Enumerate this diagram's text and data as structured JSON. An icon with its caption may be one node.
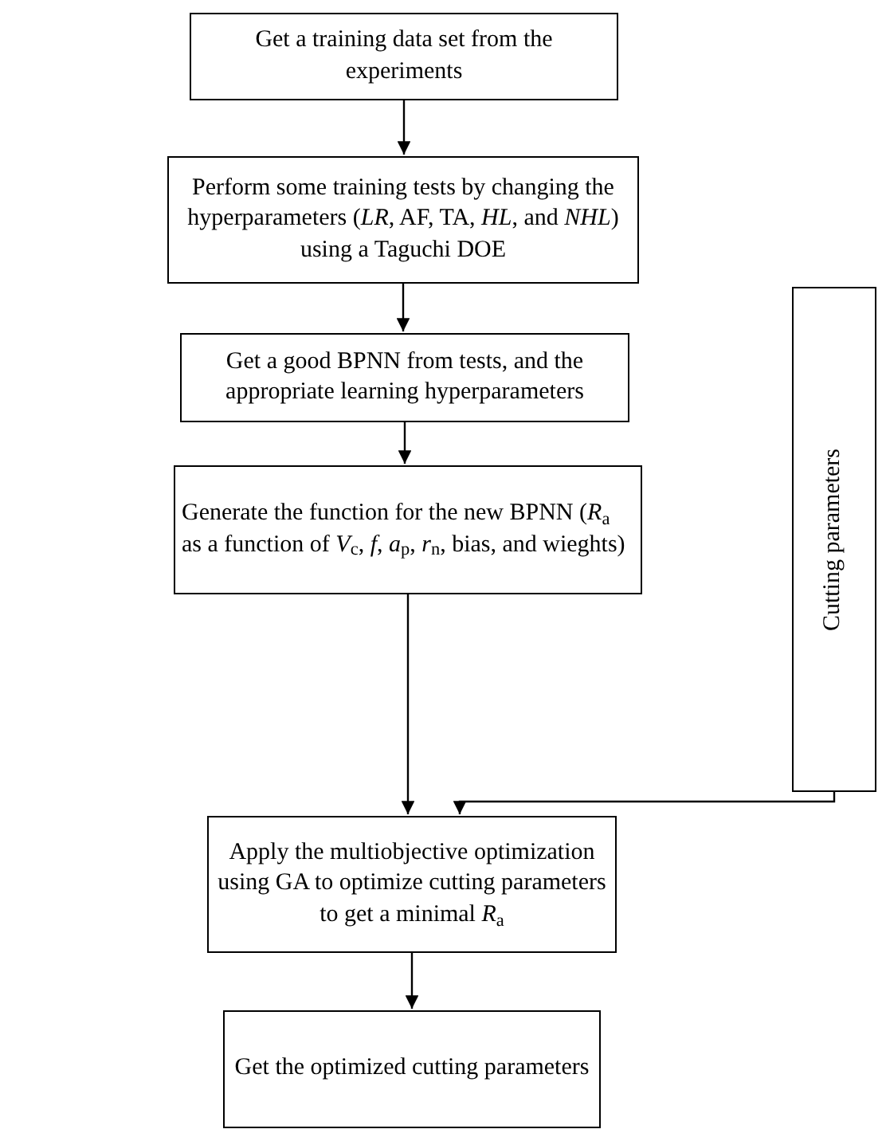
{
  "diagram": {
    "nodes": [
      {
        "text": [
          "Get a training data set from the experiments"
        ]
      },
      {
        "text": [
          "Perform some training tests by changing the hyperparameters (*LR*, AF, TA, *HL*, and *NHL*) using a Taguchi DOE"
        ]
      },
      {
        "text": [
          "Get a good BPNN from tests, and the appropriate learning hyperparameters"
        ]
      },
      {
        "text": [
          "Generate the function for the new BPNN (*R*$_{a}$ as a function of *V*$_{c}$, *f*, *a*$_{p}$, *r*$_{n}$, bias, and wieghts)"
        ]
      },
      {
        "text": [
          "Cutting parameters"
        ]
      },
      {
        "text": [
          "Apply the multiobjective optimization using GA  to optimize cutting parameters to get a minimal *R*$_{a}$"
        ]
      },
      {
        "text": [
          "Get the optimized cutting parameters"
        ]
      }
    ],
    "edges": [
      {
        "from": 0,
        "to": 1,
        "arrow": "to"
      },
      {
        "from": 1,
        "to": 2,
        "arrow": "to"
      },
      {
        "from": 2,
        "to": 3,
        "arrow": "to"
      },
      {
        "from": 3,
        "to": 5,
        "arrow": "to"
      },
      {
        "from": 4,
        "to": 5,
        "arrow": "to"
      },
      {
        "from": 5,
        "to": 6,
        "arrow": "to"
      }
    ]
  }
}
